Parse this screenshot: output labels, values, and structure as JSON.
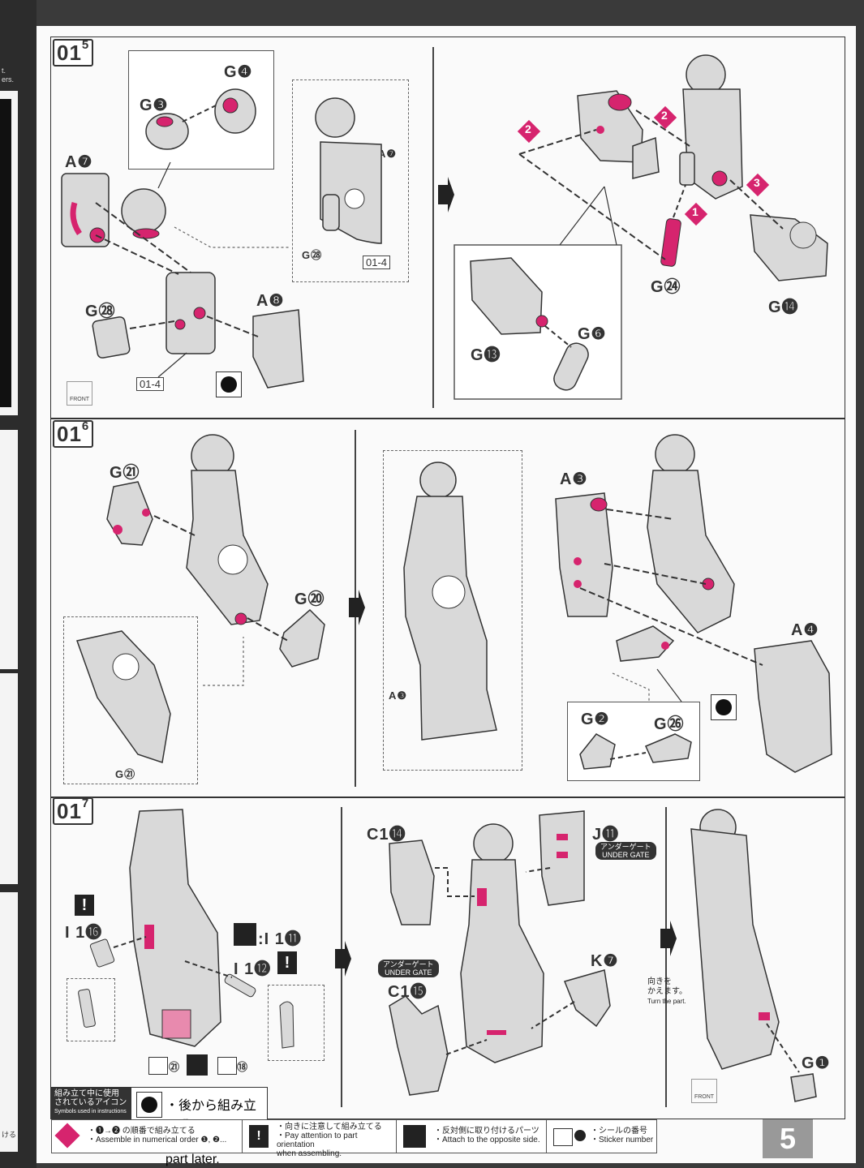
{
  "left_strip": {
    "text1": "t.",
    "text2": "ers.",
    "text3": "ける"
  },
  "step_01_5": {
    "number": "01",
    "sub": "5",
    "labels": {
      "g3": "G❸",
      "g4": "G❹",
      "a7": "A❼",
      "a7_detail": "A❼",
      "g28_detail": "G㉘",
      "ref_01_4_detail": "01-4",
      "g28": "G㉘",
      "a8": "A❽",
      "ref_01_4": "01-4",
      "front": "FRONT",
      "g24": "G㉔",
      "g14": "G⓮",
      "g13": "G⓭",
      "g6": "G❻",
      "n2a": "2",
      "n2b": "2",
      "n3": "3",
      "n1": "1"
    }
  },
  "step_01_6": {
    "number": "01",
    "sub": "6",
    "labels": {
      "g21": "G㉑",
      "g20": "G⑳",
      "g21_detail": "G㉑",
      "a3": "A❸",
      "a3_detail": "A❸",
      "a4": "A❹",
      "g2": "G❷",
      "g26": "G㉖"
    }
  },
  "step_01_7": {
    "number": "01",
    "sub": "7",
    "labels": {
      "i16": "I 1⓰",
      "i11": ":I 1⓫",
      "i12": "I 1⓬",
      "s21": "㉑",
      "s18": "⑱",
      "c14": "C1⓮",
      "j11": "J⓫",
      "under_gate_a": "アンダーゲート",
      "under_gate_b": "UNDER GATE",
      "under_gate_c": "アンダーゲート",
      "under_gate_d": "UNDER GATE",
      "c15": "C1⓯",
      "k7": "K❼",
      "turn_jp1": "向きを",
      "turn_jp2": "かえます。",
      "turn_en": "Turn the part.",
      "g1": "G❶",
      "front": "FRONT"
    }
  },
  "icons_box": {
    "title_jp1": "組み立て中に使用",
    "title_jp2": "されているアイコン",
    "title_en": "Symbols used in instructions",
    "later_jp": "・後から組み立てる",
    "later_en": "・Assemble this part later."
  },
  "legend": [
    {
      "jp": "・❶→❷ の順番で組み立てる",
      "en": "・Assemble in numerical order ❶, ❷..."
    },
    {
      "jp": "・向きに注意して組み立てる",
      "en": "・Pay attention to part orientation",
      "en2": "when assembling."
    },
    {
      "jp": "・反対側に取り付けるパーツ",
      "en": "・Attach to the opposite side."
    },
    {
      "jp": "・シールの番号",
      "en": "・Sticker number"
    }
  ],
  "page_number": "5",
  "colors": {
    "accent": "#d6246e",
    "part": "#d9d9d9",
    "line": "#333333"
  }
}
